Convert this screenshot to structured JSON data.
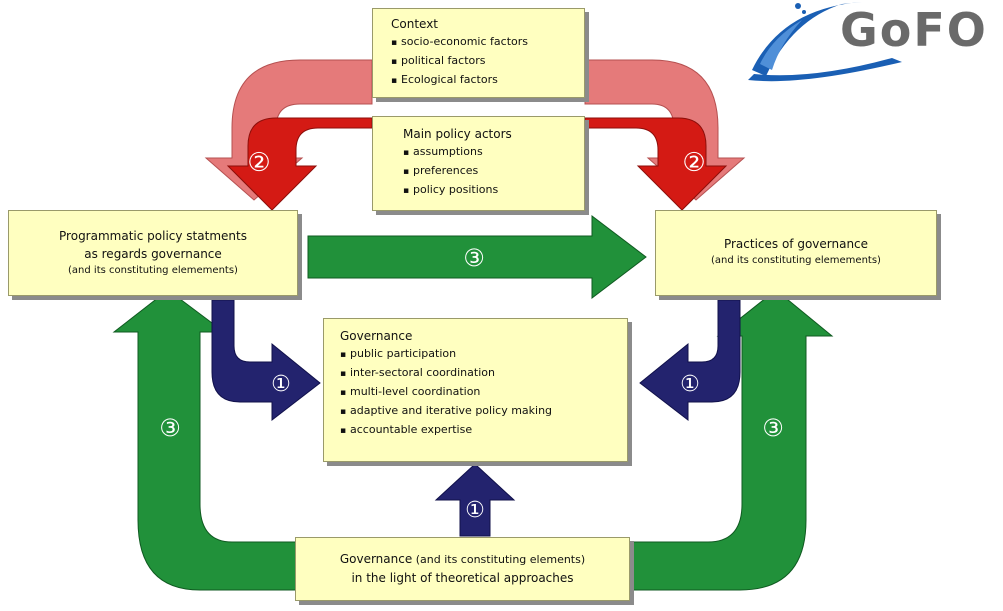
{
  "logo": {
    "text": "GoFO"
  },
  "context": {
    "title": "Context",
    "items": [
      "socio-economic factors",
      "political factors",
      "Ecological factors"
    ]
  },
  "actors": {
    "title": "Main policy actors",
    "items": [
      "assumptions",
      "preferences",
      "policy positions"
    ]
  },
  "programmatic": {
    "line1": "Programmatic policy statments",
    "line2": "as regards governance",
    "line3": "(and its constituting elemements)"
  },
  "practices": {
    "line1": "Practices of governance",
    "line2": "(and its constituting elemements)"
  },
  "governance": {
    "title": "Governance",
    "items": [
      "public participation",
      "inter-sectoral coordination",
      "multi-level coordination",
      "adaptive and iterative policy making",
      "accountable expertise"
    ]
  },
  "theory": {
    "line1_strong": "Governance",
    "line1_rest": " (and its constituting elements)",
    "line2": "in the light of theoretical approaches"
  },
  "markers": {
    "one": "①",
    "two": "②",
    "three": "③"
  },
  "colors": {
    "pink_arrow": "#e57a7a",
    "red_arrow": "#d41a14",
    "green_arrow": "#21913a",
    "navy_arrow": "#23236e",
    "box_fill": "#ffffc0",
    "logo_blue": "#1a5fb4",
    "logo_grey": "#6a6a6a"
  }
}
